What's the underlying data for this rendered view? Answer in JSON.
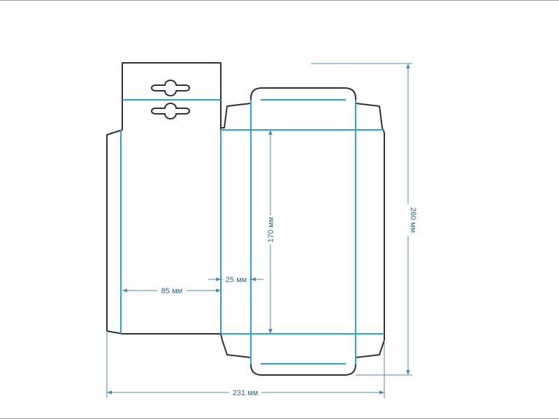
{
  "dimensions": {
    "panel_width": "85 мм",
    "side_width": "25 мм",
    "panel_height": "170 мм",
    "total_height": "260 мм",
    "total_width": "231 мм"
  },
  "colors": {
    "cut_line": "#2a2d3a",
    "fold_line": "#27a3d6",
    "dimension_line": "#4a8ab0",
    "dimension_text": "#2c6688"
  }
}
